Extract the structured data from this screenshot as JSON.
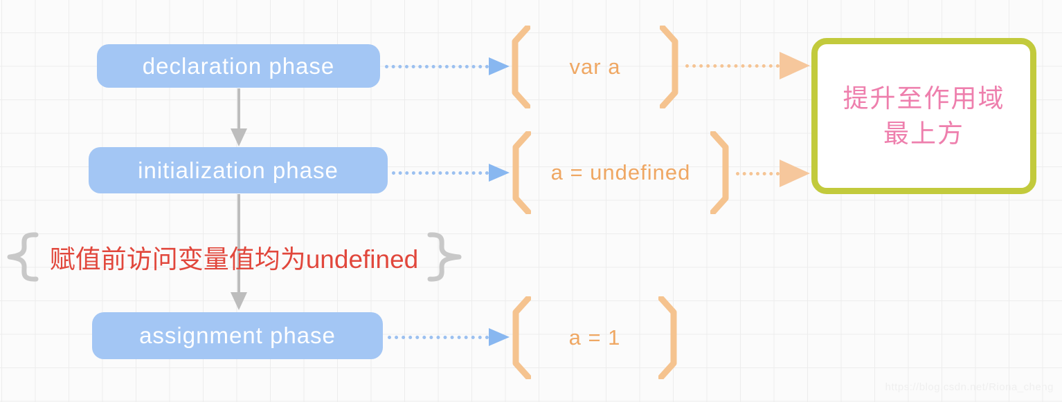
{
  "diagram": {
    "title_context": "JavaScript var hoisting phases",
    "phases": [
      {
        "id": "declaration",
        "label": "declaration phase",
        "code": "var a"
      },
      {
        "id": "initialization",
        "label": "initialization phase",
        "code": "a = undefined"
      },
      {
        "id": "assignment",
        "label": "assignment phase",
        "code": "a = 1"
      }
    ],
    "hoist_box": {
      "line1": "提升至作用域",
      "line2": "最上方"
    },
    "note": {
      "text": "赋值前访问变量值均为undefined"
    },
    "watermark": "https://blog.csdn.net/Riona_cheng",
    "colors": {
      "phase_box_fill": "#a3c6f4",
      "phase_box_text": "#ffffff",
      "code_orange": "#efa763",
      "bracket_orange": "#f5c38f",
      "arrow_blue": "#88b7f0",
      "arrow_orange": "#f6c79c",
      "connector_gray": "#bdbdbd",
      "hoist_border_green": "#c2ca3c",
      "hoist_text_pink": "#ee7fad",
      "note_red": "#e1473c",
      "brace_gray": "#c8c8c8",
      "grid_line": "#ececec",
      "background": "#fbfbfb"
    }
  }
}
